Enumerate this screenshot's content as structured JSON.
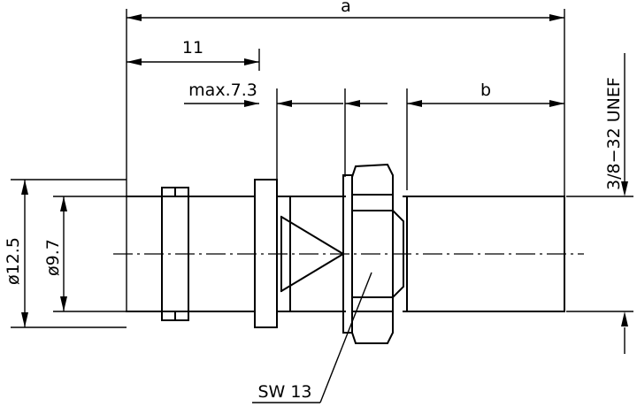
{
  "dimensions": {
    "overall_length": "a",
    "body_length": "11",
    "panel_thickness_max": "max.7.3",
    "thread_length": "b",
    "thread_size": "3/8−32 UNEF",
    "outer_diameter": "ø12.5",
    "inner_diameter": "ø9.7",
    "wrench_size": "SW 13"
  }
}
